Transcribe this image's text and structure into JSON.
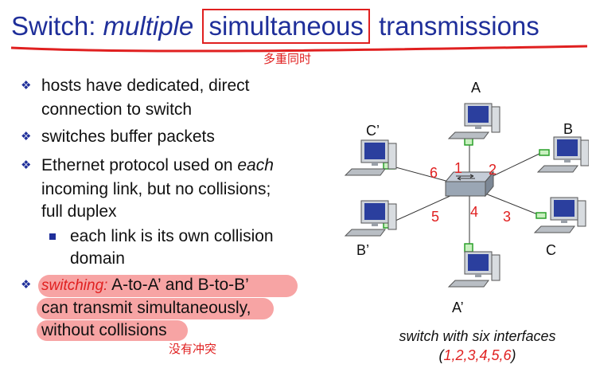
{
  "title": {
    "part1": "Switch: ",
    "part2": "multiple",
    "part3": "simultaneous",
    "part4": "transmissions"
  },
  "annotations": {
    "top_note": "多重同时",
    "bottom_note": "没有冲突"
  },
  "bullets": [
    {
      "line1": "hosts have dedicated, direct",
      "line2": "connection to switch"
    },
    {
      "line1": "switches buffer packets"
    },
    {
      "line1a": "Ethernet protocol used on ",
      "line1b": "each",
      "line2": "incoming link, but no collisions;",
      "line3": "full duplex"
    }
  ],
  "sub_bullet": {
    "line1": "each link is its own collision",
    "line2": "domain"
  },
  "last_bullet": {
    "switching_label": "switching:",
    "line1": " A-to-A’ and B-to-B’",
    "line2a": "can transmit simultaneously",
    "line2b": ",",
    "line3a": "without collision",
    "line3b": "s"
  },
  "diagram": {
    "hosts": {
      "A": "A",
      "B": "B",
      "C": "C",
      "A_prime": "A’",
      "B_prime": "B’",
      "C_prime": "C’"
    },
    "ports": [
      "1",
      "2",
      "3",
      "4",
      "5",
      "6"
    ]
  },
  "caption": {
    "line1": "switch with six interfaces",
    "open": "(",
    "ports": "1,2,3,4,5,6",
    "close": ")"
  },
  "colors": {
    "title": "#1f2f9a",
    "accent_red": "#e02020",
    "highlight": "#f05a5a",
    "port_green": "#2aa02a"
  }
}
